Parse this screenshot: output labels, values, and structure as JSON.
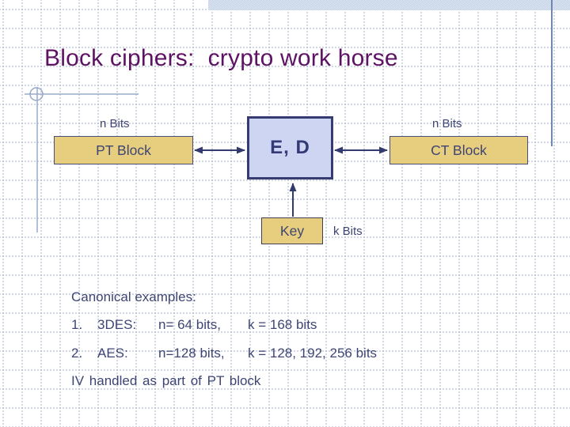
{
  "slide": {
    "title": "Block ciphers:  crypto work horse"
  },
  "diagram": {
    "n_bits_left": "n Bits",
    "n_bits_right": "n Bits",
    "k_bits": "k Bits",
    "pt_block": "PT Block",
    "ed_block": "E, D",
    "ct_block": "CT Block",
    "key_block": "Key"
  },
  "notes": {
    "heading": "Canonical examples:",
    "items": [
      {
        "num": "1.",
        "name": "3DES:",
        "n_spec": "n= 64 bits,",
        "k_spec": "k = 168 bits"
      },
      {
        "num": "2.",
        "name": "AES:",
        "n_spec": "n=128 bits,",
        "k_spec": "k = 128, 192, 256 bits"
      }
    ],
    "footer": "IV handled as part of PT block"
  },
  "colors": {
    "title_text": "#5e1263",
    "diagram_text": "#3e4574",
    "tan_box_fill": "#e7cd7e",
    "blue_box_fill": "#cdd5f3",
    "box_border": "#363b72",
    "arrow": "#333a6e",
    "top_bar": "#c1cfe4",
    "accent_line": "#7286b2",
    "decoration_line": "#97abc9",
    "grid_dots": "#a8b4cb"
  }
}
